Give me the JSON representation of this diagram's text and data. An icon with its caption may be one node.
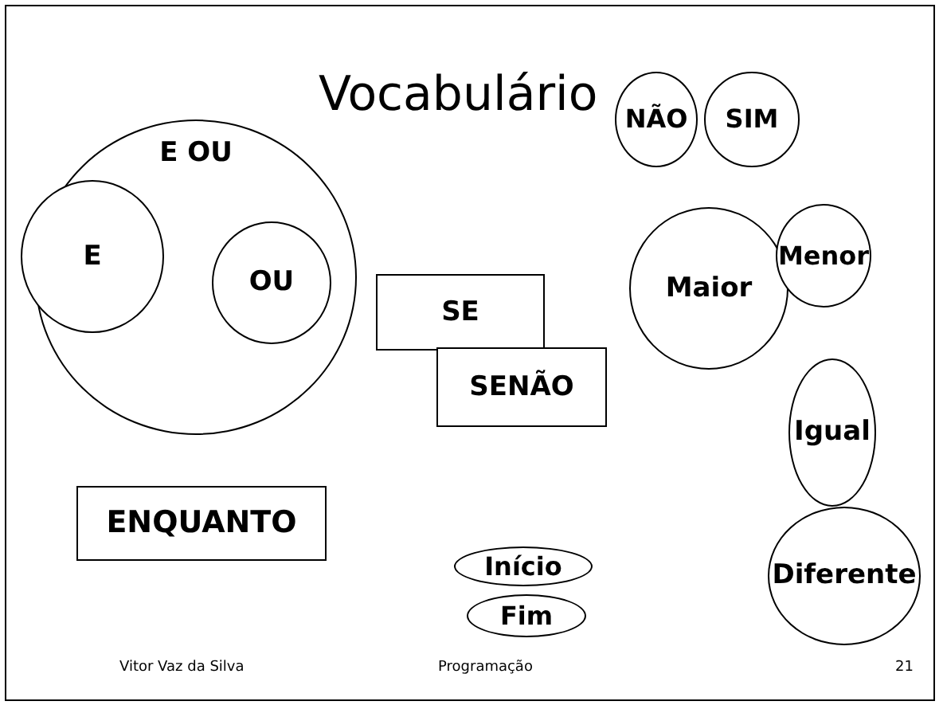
{
  "diagram": {
    "title": "Vocabulário",
    "nodes": [
      {
        "text": [
          "E OU"
        ]
      },
      {
        "text": [
          "E"
        ],
        "in": 0
      },
      {
        "text": [
          "OU"
        ],
        "in": 0
      },
      {
        "text": [
          "SE"
        ]
      },
      {
        "text": [
          "SENÃO"
        ]
      },
      {
        "text": [
          "NÃO"
        ]
      },
      {
        "text": [
          "SIM"
        ]
      },
      {
        "text": [
          "Maior"
        ]
      },
      {
        "text": [
          "Menor"
        ]
      },
      {
        "text": [
          "Igual"
        ]
      },
      {
        "text": [
          "Diferente"
        ]
      },
      {
        "text": [
          "ENQUANTO"
        ]
      },
      {
        "text": [
          "Início"
        ]
      },
      {
        "text": [
          "Fim"
        ]
      }
    ],
    "labels": [
      "Vitor Vaz da Silva",
      "Programação",
      "21"
    ]
  }
}
